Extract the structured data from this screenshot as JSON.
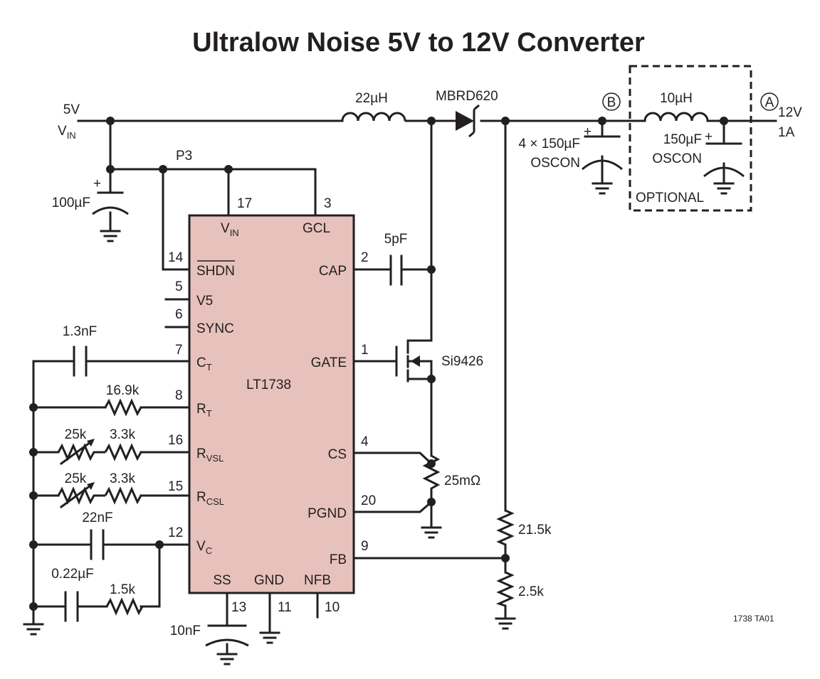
{
  "title": "Ultralow Noise 5V to 12V Converter",
  "figure_id": "1738 TA01",
  "colors": {
    "ic_fill": "#e7c1bb",
    "ink": "#231f20"
  },
  "ic": {
    "name": "LT1738",
    "pins": {
      "vin": {
        "num": "17",
        "label": "V",
        "sub": "IN"
      },
      "gcl": {
        "num": "3",
        "label": "GCL"
      },
      "shdn": {
        "num": "14",
        "label": "SHDN"
      },
      "v5": {
        "num": "5",
        "label": "V5"
      },
      "sync": {
        "num": "6",
        "label": "SYNC"
      },
      "ct": {
        "num": "7",
        "label": "C",
        "sub": "T"
      },
      "rt": {
        "num": "8",
        "label": "R",
        "sub": "T"
      },
      "rvsl": {
        "num": "16",
        "label": "R",
        "sub": "VSL"
      },
      "rcsl": {
        "num": "15",
        "label": "R",
        "sub": "CSL"
      },
      "vc": {
        "num": "12",
        "label": "V",
        "sub": "C"
      },
      "cap": {
        "num": "2",
        "label": "CAP"
      },
      "gate": {
        "num": "1",
        "label": "GATE"
      },
      "cs": {
        "num": "4",
        "label": "CS"
      },
      "pgnd": {
        "num": "20",
        "label": "PGND"
      },
      "fb": {
        "num": "9",
        "label": "FB"
      },
      "ss": {
        "num": "13",
        "label": "SS"
      },
      "gnd": {
        "num": "11",
        "label": "GND"
      },
      "nfb": {
        "num": "10",
        "label": "NFB"
      }
    }
  },
  "input": {
    "voltage": "5V",
    "label": "V",
    "label_sub": "IN"
  },
  "output": {
    "voltage": "12V",
    "current": "1A"
  },
  "nodes": {
    "p3": "P3",
    "b": "B",
    "a": "A"
  },
  "optional_label": "OPTIONAL",
  "components": {
    "l1": "22µH",
    "diode": "MBRD620",
    "cin": "100µF",
    "cout_value": "4 × 150µF",
    "cout_type": "OSCON",
    "l2": "10µH",
    "cfilt_value": "150µF",
    "cfilt_type": "OSCON",
    "ccap": "5pF",
    "mosfet": "Si9426",
    "rsense": "25mΩ",
    "ct": "1.3nF",
    "rt": "16.9k",
    "rvsl_pot": "25k",
    "rvsl": "3.3k",
    "rcsl_pot": "25k",
    "rcsl": "3.3k",
    "cc1": "22nF",
    "cc2": "0.22µF",
    "rc": "1.5k",
    "r_fb_top": "21.5k",
    "r_fb_bot": "2.5k",
    "css": "10nF"
  }
}
